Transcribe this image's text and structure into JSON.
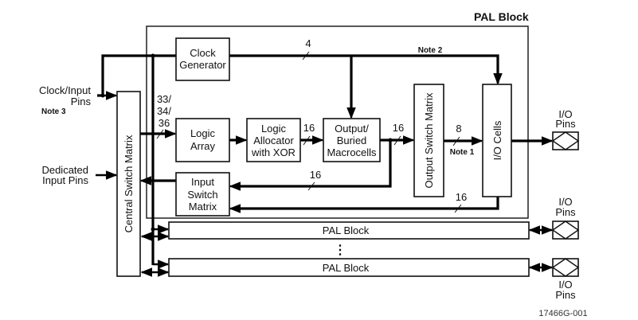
{
  "diagram": {
    "title": "PAL Block",
    "figure_id": "17466G-001",
    "blocks": {
      "clock_generator": [
        "Clock",
        "Generator"
      ],
      "logic_array": [
        "Logic",
        "Array"
      ],
      "logic_allocator": [
        "Logic",
        "Allocator",
        "with XOR"
      ],
      "macrocells": [
        "Output/",
        "Buried",
        "Macrocells"
      ],
      "output_switch_matrix": "Output Switch Matrix",
      "io_cells": "I/O Cells",
      "input_switch_matrix": [
        "Input",
        "Switch",
        "Matrix"
      ],
      "central_switch_matrix": "Central Switch Matrix",
      "pal_block_1": "PAL Block",
      "pal_block_2": "PAL Block",
      "ellipsis": "⋮"
    },
    "external_labels": {
      "clock_input_pins": [
        "Clock/Input",
        "Pins"
      ],
      "note3": "Note 3",
      "dedicated_input_pins": [
        "Dedicated",
        "Input Pins"
      ],
      "io_pins_top": [
        "I/O",
        "Pins"
      ],
      "io_pins_mid": [
        "I/O",
        "Pins"
      ],
      "io_pins_bottom": [
        "I/O",
        "Pins"
      ]
    },
    "bus_widths": {
      "clock_bus": "4",
      "note2": "Note 2",
      "logic_array_in": [
        "33/",
        "34/",
        "36"
      ],
      "allocator_to_macro": "16",
      "macro_to_osm": "16",
      "osm_to_io": "8",
      "note1": "Note 1",
      "macro_feedback": "16",
      "io_feedback": "16"
    }
  }
}
